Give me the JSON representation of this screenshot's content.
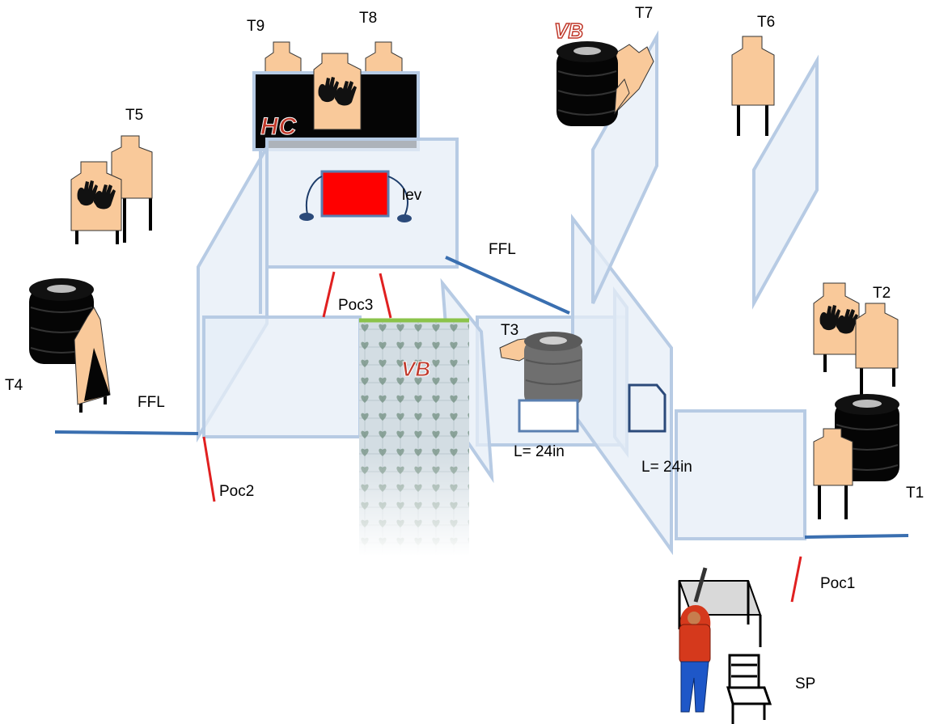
{
  "diagram": {
    "targets": {
      "t1": "T1",
      "t2": "T2",
      "t3": "T3",
      "t4": "T4",
      "t5": "T5",
      "t6": "T6",
      "t7": "T7",
      "t8": "T8",
      "t9": "T9"
    },
    "fault_lines": {
      "left": "FFL",
      "center": "FFL"
    },
    "points_of_contact": {
      "poc1": "Poc1",
      "poc2": "Poc2",
      "poc3": "Poc3"
    },
    "start_position": "SP",
    "lever": "lev",
    "port_lengths": {
      "window": "L= 24in",
      "side": "L= 24in"
    },
    "tags": {
      "hard_cover": "HC",
      "vision_barrier_top": "VB",
      "vision_barrier_mesh": "VB"
    }
  },
  "colors": {
    "skin": "#f9c99a",
    "barrier_fill": "#e6edf7",
    "barrier_stroke": "#b7cbe4",
    "fault_line": "#3a6fb0",
    "contact_line": "#e02020",
    "activator": "#ff0000",
    "shooter_shirt": "#d5391c",
    "shooter_pants": "#1e57c8"
  }
}
